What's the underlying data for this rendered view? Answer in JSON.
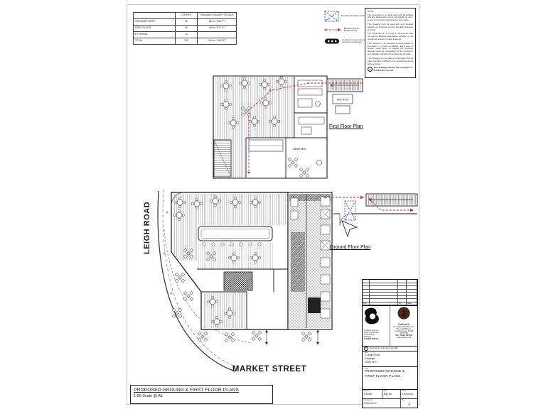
{
  "areas_table": {
    "col_covers": "COVERS",
    "col_footage": "TRADABLE SQUARE FOOTAGE",
    "rows": [
      {
        "label": "GROUND FLOOR",
        "covers": "60",
        "footage": "86 m² / 925 FT"
      },
      {
        "label": "FIRST FLOOR",
        "covers": "36",
        "footage": "48 m² / 517 FT"
      },
      {
        "label": "EXTERNAL",
        "covers": "24",
        "footage": ""
      },
      {
        "label": "TOTAL",
        "covers": "120",
        "footage": "134 m² / 1442 FT"
      }
    ]
  },
  "legend": {
    "items": [
      {
        "label": "Denotes Ex Design Area"
      },
      {
        "label": "Extractor Route / Exhaust Point"
      },
      {
        "label": "Location for external wall mounted condensers"
      }
    ]
  },
  "notes": {
    "header": "NOTE",
    "paragraphs": [
      "The Contractor is to check and verify all building and site dimensions, levels and details on site / levels at connection points before work starts.",
      "This drawing must be read with and checked against any structural or other specialist drawings provided.",
      "The Contractor is to comply in all respects with the current Building Regulations whether or not specifically stated on these drawings.",
      "This drawing is not intended to show details of foundation or ground conditions. Each area of ground relied upon to support the structure depicted must be investigated by the Contractor and suitable methods of foundation be provided.",
      "This drawing is to be read in conjunction with all other standard S A Booth & Co specifications and documentation."
    ],
    "copyright": "This drawing remains the copyright of S A Booth & Co Ltd"
  },
  "plans": {
    "first": {
      "label": "First Floor Plan",
      "flat_roof": "Flat Roof",
      "store_rm": "Store Rm"
    },
    "ground": {
      "label": "Ground Floor Plan"
    }
  },
  "roads": {
    "left": "LEIGH ROAD",
    "bottom": "MARKET STREET"
  },
  "footer": {
    "title": "PROPOSED GROUND & FIRST FLOOR PLANS",
    "scale": "1:50 Scale @ A1"
  },
  "title_block": {
    "rev_footer": {
      "rev": "Rev",
      "by": "By",
      "date": "Date"
    },
    "designer": {
      "lines": [
        "S A Booth & Co Ltd",
        "Design Consultants",
        "Church Street",
        "Eastleigh",
        "T: 02380 000 000"
      ]
    },
    "client": {
      "name": "Coffee#1",
      "lines": [
        "On behalf of S A Brain & Co",
        "The Cardiff Brewery",
        "Crawshay Street, Cardiff",
        "CF10 5TR"
      ],
      "tel": "TEL: 02920 402 060",
      "contact": "www.coffee1.co.uk"
    },
    "copyright_strip": "This drawing is protected by copyright",
    "site_label": "Site",
    "site_lines": [
      "3 Leigh Road",
      "Eastleigh",
      "SO50 9FG"
    ],
    "title_label": "Title",
    "title_lines": [
      "PROPOSED GROUND &",
      "FIRST FLOOR PLANS"
    ],
    "info": {
      "drawn_label": "Drawn by",
      "drawn": "S.Booth",
      "date_label": "Date",
      "date": "Aug '16",
      "scale_label": "Scale",
      "scale": "1:50 @ A1",
      "drawing_label": "Drawing No.",
      "drawing_no": "A-DV011-10",
      "rev_label": "Rev",
      "rev": "2"
    }
  }
}
